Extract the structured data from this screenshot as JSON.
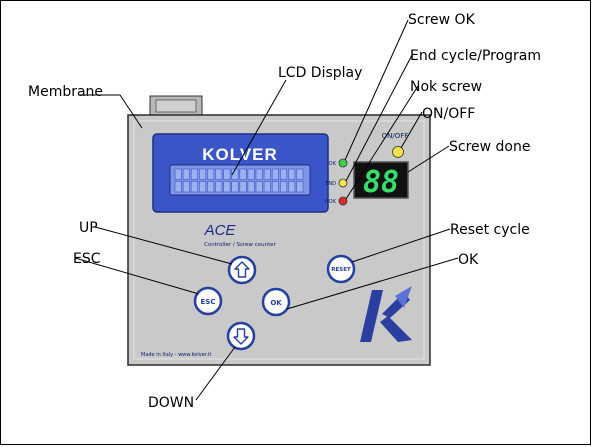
{
  "callouts": {
    "membrane": "Membrane",
    "lcd_display": "LCD Display",
    "screw_ok": "Screw OK",
    "end_cycle": "End cycle/Program",
    "nok_screw": "Nok screw",
    "on_off": "ON/OFF",
    "screw_done": "Screw done",
    "up": "UP",
    "esc": "ESC",
    "reset_cycle": "Reset cycle",
    "ok": "OK",
    "down": "DOWN"
  },
  "device": {
    "brand": "KOLVER",
    "model": "ACE",
    "subtitle": "Controller / Screw counter",
    "on_off_label": "ON/OFF",
    "led_ok_label": "OK",
    "led_end_label": "END",
    "led_nok_label": "NOK",
    "counter_value": "88",
    "btn_esc": "ESC",
    "btn_ok": "OK",
    "btn_reset": "RESET",
    "footer_text": "Made in Italy - www.kolver.it"
  },
  "colors": {
    "panel": "#c9c9c9",
    "lcd_bezel": "#3a55c8",
    "lcd_screen": "#7f95e6",
    "led_green": "#3fd24a",
    "led_yellow": "#f4e24a",
    "led_red": "#e02a2a",
    "seven_segment": "#35e06a"
  }
}
